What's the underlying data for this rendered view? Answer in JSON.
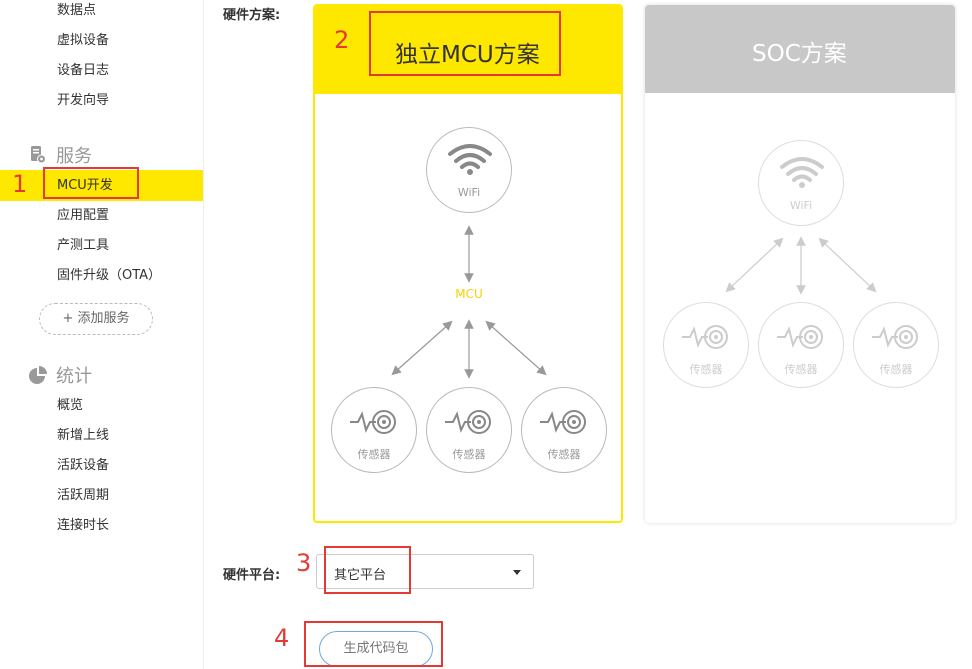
{
  "sidebar": {
    "top_items": [
      "数据点",
      "虚拟设备",
      "设备日志",
      "开发向导"
    ],
    "service_section": {
      "title": "服务",
      "items": [
        "MCU开发",
        "应用配置",
        "产测工具",
        "固件升级（OTA）"
      ],
      "active_index": 0,
      "add_label": "+ 添加服务"
    },
    "stats_section": {
      "title": "统计",
      "items": [
        "概览",
        "新增上线",
        "活跃设备",
        "活跃周期",
        "连接时长"
      ]
    }
  },
  "main": {
    "hardware_solution_label": "硬件方案:",
    "cards": [
      {
        "title": "独立MCU方案",
        "selected": true,
        "wifi_label": "WiFi",
        "mcu_label": "MCU",
        "sensor_labels": [
          "传感器",
          "传感器",
          "传感器"
        ]
      },
      {
        "title": "SOC方案",
        "selected": false,
        "wifi_label": "WiFi",
        "sensor_labels": [
          "传感器",
          "传感器",
          "传感器"
        ]
      }
    ],
    "hardware_platform_label": "硬件平台:",
    "platform_select": {
      "value": "其它平台"
    },
    "generate_button": "生成代码包"
  },
  "annotations": [
    "1",
    "2",
    "3",
    "4"
  ],
  "colors": {
    "accent": "#ffe800",
    "annotation": "#e53935",
    "muted": "#c8c8c8"
  }
}
